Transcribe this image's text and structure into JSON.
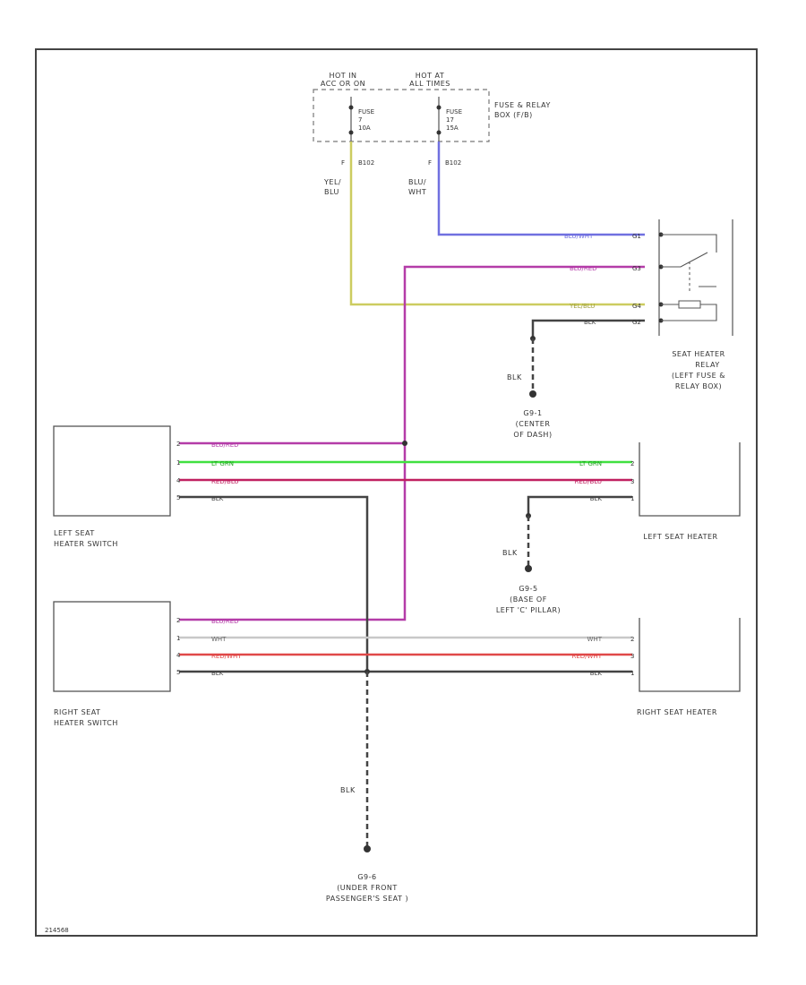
{
  "colors": {
    "frame": "#444444",
    "blk": "#444444",
    "blu_red": "#b43ca8",
    "lt_grn": "#40e040",
    "red_blu": "#c02060",
    "wht": "#c8c8c8",
    "red_wht": "#e04848",
    "blu_wht": "#7070e0",
    "yel_blu": "#cccc60",
    "text": "#333333"
  },
  "fuse_box": {
    "hot1": "HOT IN",
    "hot1b": "ACC OR ON",
    "hot2": "HOT AT",
    "hot2b": "ALL TIMES",
    "fuse_label": "FUSE",
    "fuse1_no": "7",
    "fuse1_amp": "10A",
    "fuse2_no": "17",
    "fuse2_amp": "15A",
    "name_line1": "FUSE & RELAY",
    "name_line2": "BOX (F/B)",
    "conn1_pin": "F",
    "conn1_id": "B102",
    "conn2_pin": "F",
    "conn2_id": "B102",
    "wire1_line1": "YEL/",
    "wire1_line2": "BLU",
    "wire2_line1": "BLU/",
    "wire2_line2": "WHT"
  },
  "relay": {
    "name_line1": "SEAT HEATER",
    "name_line2": "RELAY",
    "name_line3": "(LEFT FUSE &",
    "name_line4": "RELAY BOX)",
    "wire1": "BLU/WHT",
    "pin1": "G1",
    "wire2": "BLU/RED",
    "pin2": "G3",
    "wire3": "YEL/BLU",
    "pin3": "G4",
    "wire4": "BLK",
    "pin4": "G2"
  },
  "grounds": {
    "g1_wire": "BLK",
    "g1_id": "G9-1",
    "g1_line2": "(CENTER",
    "g1_line3": "OF DASH)",
    "g2_wire": "BLK",
    "g2_id": "G9-5",
    "g2_line2": "(BASE OF",
    "g2_line3": "LEFT 'C' PILLAR)",
    "g3_wire": "BLK",
    "g3_id": "G9-6",
    "g3_line2": "(UNDER FRONT",
    "g3_line3": "PASSENGER'S SEAT )"
  },
  "left_switch": {
    "name_line1": "LEFT SEAT",
    "name_line2": "HEATER SWITCH",
    "pin1": "2",
    "wire1": "BLU/RED",
    "pin2": "1",
    "wire2": "LT GRN",
    "pin3": "4",
    "wire3": "RED/BLU",
    "pin4": "5",
    "wire4": "BLK"
  },
  "left_heater": {
    "name": "LEFT SEAT HEATER",
    "wire1": "LT GRN",
    "pin1": "2",
    "wire2": "RED/BLU",
    "pin2": "3",
    "wire3": "BLK",
    "pin3": "1"
  },
  "right_switch": {
    "name_line1": "RIGHT SEAT",
    "name_line2": "HEATER SWITCH",
    "pin1": "2",
    "wire1": "BLU/RED",
    "pin2": "1",
    "wire2": "WHT",
    "pin3": "4",
    "wire3": "RED/WHT",
    "pin4": "5",
    "wire4": "BLK"
  },
  "right_heater": {
    "name": "RIGHT SEAT HEATER",
    "wire1": "WHT",
    "pin1": "2",
    "wire2": "RED/WHT",
    "pin2": "3",
    "wire3": "BLK",
    "pin3": "1"
  },
  "footer_code": "214568"
}
